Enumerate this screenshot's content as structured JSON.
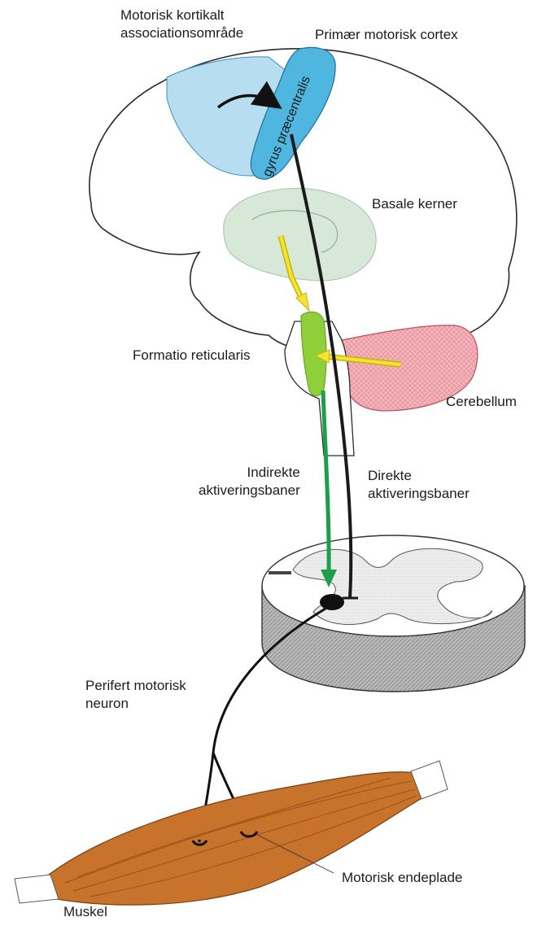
{
  "labels": {
    "motor_association": "Motorisk kortikalt\nassociationsområde",
    "primary_motor_cortex": "Primær motorisk cortex",
    "gyrus": "gyrus præcentralis",
    "basal_ganglia": "Basale kerner",
    "reticular_formation": "Formatio reticularis",
    "cerebellum": "Cerebellum",
    "indirect_pathways": "Indirekte\naktiveringsbaner",
    "direct_pathways": "Direkte\naktiveringsbaner",
    "peripheral_neuron": "Perifert motorisk\nneuron",
    "motor_endplate": "Motorisk endeplade",
    "muscle": "Muskel"
  },
  "colors": {
    "association_area": "#b7ddf0",
    "precentral_gyrus": "#4fb6e0",
    "basal_ganglia": "#d8e8d8",
    "reticular_formation": "#8fcf3a",
    "cerebellum": "#f3b5bb",
    "indirect_pathway": "#1e9e4a",
    "direct_pathway": "#1a1a1a",
    "muscle": "#c8732c",
    "yellow_arrows": "#f2e23a"
  }
}
